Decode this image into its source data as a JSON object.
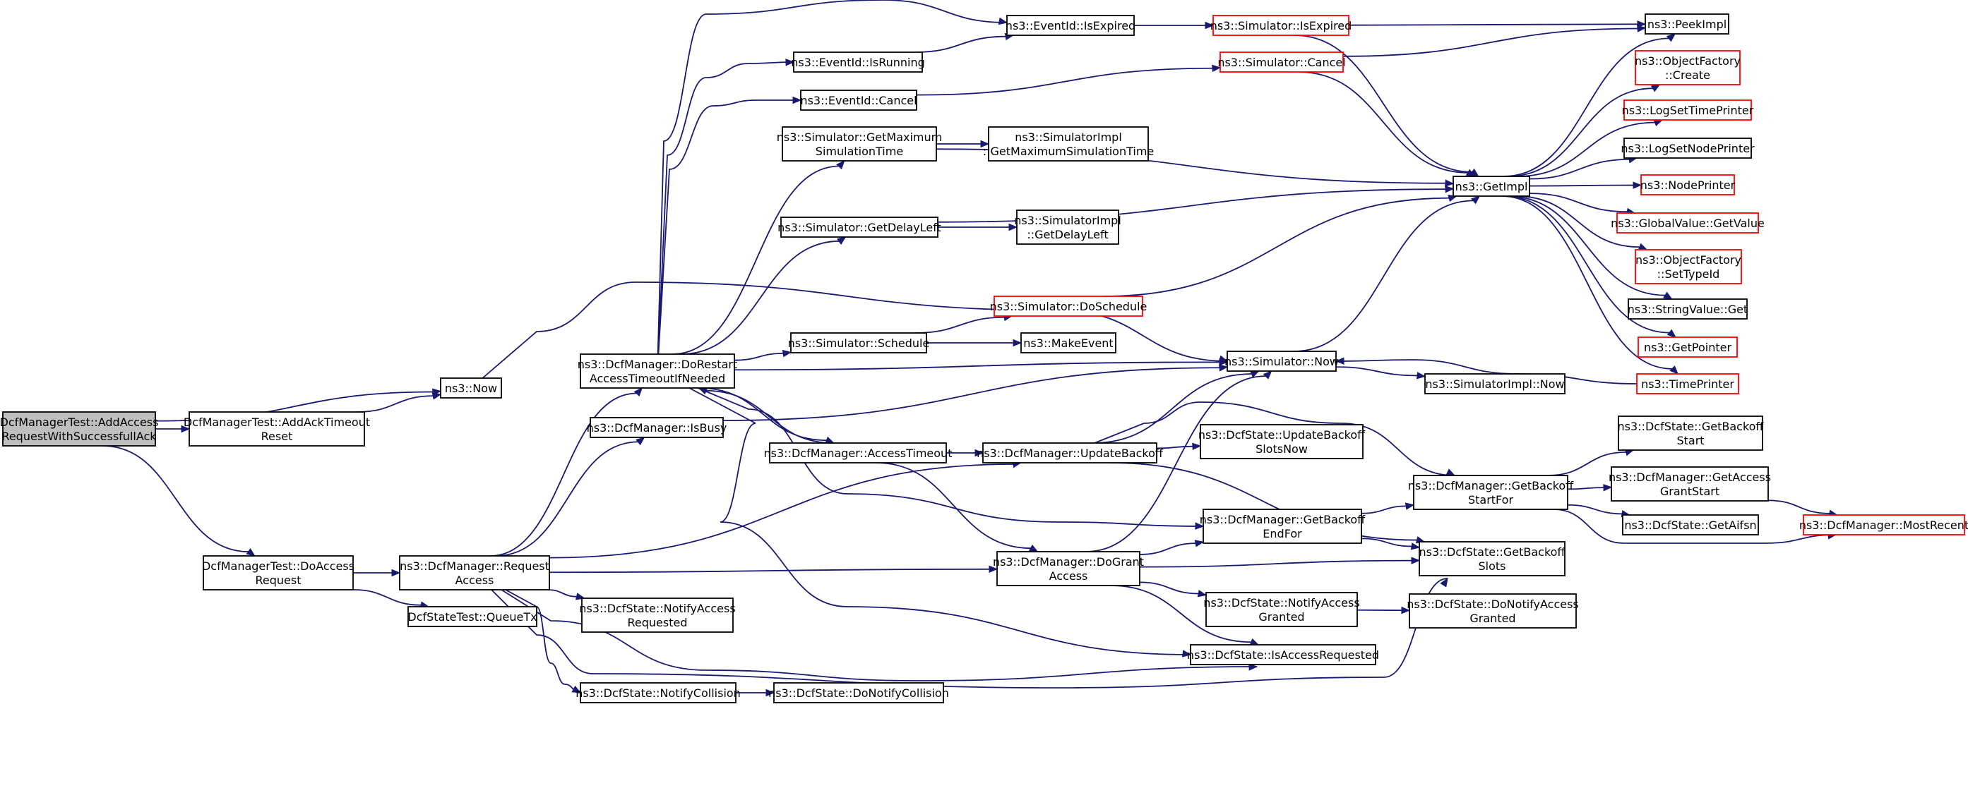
{
  "title": "",
  "colors": {
    "edge": "#191970",
    "node_border": "#000000",
    "truncated_border": "#ff0000",
    "root_fill": "#bfbfbf"
  },
  "nodes": [
    {
      "id": "root",
      "lines": [
        "DcfManagerTest::AddAccess",
        "RequestWithSuccessfullAck"
      ],
      "style": "root"
    },
    {
      "id": "addAckTimeoutReset",
      "lines": [
        "DcfManagerTest::AddAckTimeout",
        "Reset"
      ],
      "style": "normal"
    },
    {
      "id": "ns3Now",
      "lines": [
        "ns3::Now"
      ],
      "style": "normal"
    },
    {
      "id": "doAccessRequest",
      "lines": [
        "DcfManagerTest::DoAccess",
        "Request"
      ],
      "style": "normal"
    },
    {
      "id": "request",
      "lines": [
        "ns3::DcfManager::Request",
        "Access"
      ],
      "style": "normal"
    },
    {
      "id": "queueTx",
      "lines": [
        "DcfStateTest::QueueTx"
      ],
      "style": "normal"
    },
    {
      "id": "doRestart",
      "lines": [
        "ns3::DcfManager::DoRestart",
        "AccessTimeoutIfNeeded"
      ],
      "style": "normal"
    },
    {
      "id": "isBusy",
      "lines": [
        "ns3::DcfManager::IsBusy"
      ],
      "style": "normal"
    },
    {
      "id": "notifyAccessRequested",
      "lines": [
        "ns3::DcfState::NotifyAccess",
        "Requested"
      ],
      "style": "normal"
    },
    {
      "id": "notifyCollision",
      "lines": [
        "ns3::DcfState::NotifyCollision"
      ],
      "style": "normal"
    },
    {
      "id": "doNotifyCollision",
      "lines": [
        "ns3::DcfState::DoNotifyCollision"
      ],
      "style": "normal"
    },
    {
      "id": "eventIsRunning",
      "lines": [
        "ns3::EventId::IsRunning"
      ],
      "style": "normal"
    },
    {
      "id": "eventCancel",
      "lines": [
        "ns3::EventId::Cancel"
      ],
      "style": "normal"
    },
    {
      "id": "getMaxSimTime",
      "lines": [
        "ns3::Simulator::GetMaximum",
        "SimulationTime"
      ],
      "style": "normal"
    },
    {
      "id": "getDelayLeft",
      "lines": [
        "ns3::Simulator::GetDelayLeft"
      ],
      "style": "normal"
    },
    {
      "id": "schedule",
      "lines": [
        "ns3::Simulator::Schedule"
      ],
      "style": "normal"
    },
    {
      "id": "accessTimeout",
      "lines": [
        "ns3::DcfManager::AccessTimeout"
      ],
      "style": "normal"
    },
    {
      "id": "eventIsExpired",
      "lines": [
        "ns3::EventId::IsExpired"
      ],
      "style": "normal"
    },
    {
      "id": "implGetMaxSimTime",
      "lines": [
        "ns3::SimulatorImpl",
        "::GetMaximumSimulationTime"
      ],
      "style": "normal"
    },
    {
      "id": "implGetDelayLeft",
      "lines": [
        "ns3::SimulatorImpl",
        "::GetDelayLeft"
      ],
      "style": "normal"
    },
    {
      "id": "doSchedule",
      "lines": [
        "ns3::Simulator::DoSchedule"
      ],
      "style": "truncated"
    },
    {
      "id": "makeEvent",
      "lines": [
        "ns3::MakeEvent"
      ],
      "style": "normal"
    },
    {
      "id": "updateBackoff",
      "lines": [
        "ns3::DcfManager::UpdateBackoff"
      ],
      "style": "normal"
    },
    {
      "id": "doGrantAccess",
      "lines": [
        "ns3::DcfManager::DoGrant",
        "Access"
      ],
      "style": "normal"
    },
    {
      "id": "simIsExpired",
      "lines": [
        "ns3::Simulator::IsExpired"
      ],
      "style": "truncated"
    },
    {
      "id": "simCancel",
      "lines": [
        "ns3::Simulator::Cancel"
      ],
      "style": "truncated"
    },
    {
      "id": "simNow",
      "lines": [
        "ns3::Simulator::Now"
      ],
      "style": "normal"
    },
    {
      "id": "updateBackoffSlotsNow",
      "lines": [
        "ns3::DcfState::UpdateBackoff",
        "SlotsNow"
      ],
      "style": "normal"
    },
    {
      "id": "getBackoffEndFor",
      "lines": [
        "ns3::DcfManager::GetBackoff",
        "EndFor"
      ],
      "style": "normal"
    },
    {
      "id": "notifyAccessGranted",
      "lines": [
        "ns3::DcfState::NotifyAccess",
        "Granted"
      ],
      "style": "normal"
    },
    {
      "id": "isAccessRequested",
      "lines": [
        "ns3::DcfState::IsAccessRequested"
      ],
      "style": "normal"
    },
    {
      "id": "implNow",
      "lines": [
        "ns3::SimulatorImpl::Now"
      ],
      "style": "normal"
    },
    {
      "id": "getBackoffStartFor",
      "lines": [
        "ns3::DcfManager::GetBackoff",
        "StartFor"
      ],
      "style": "normal"
    },
    {
      "id": "getBackoffSlots",
      "lines": [
        "ns3::DcfState::GetBackoff",
        "Slots"
      ],
      "style": "normal"
    },
    {
      "id": "doNotifyAccessGranted",
      "lines": [
        "ns3::DcfState::DoNotifyAccess",
        "Granted"
      ],
      "style": "normal"
    },
    {
      "id": "getImpl",
      "lines": [
        "ns3::GetImpl"
      ],
      "style": "normal"
    },
    {
      "id": "peekImpl",
      "lines": [
        "ns3::PeekImpl"
      ],
      "style": "normal"
    },
    {
      "id": "objFactoryCreate",
      "lines": [
        "ns3::ObjectFactory",
        "::Create"
      ],
      "style": "truncated"
    },
    {
      "id": "logSetTimePrinter",
      "lines": [
        "ns3::LogSetTimePrinter"
      ],
      "style": "truncated"
    },
    {
      "id": "logSetNodePrinter",
      "lines": [
        "ns3::LogSetNodePrinter"
      ],
      "style": "normal"
    },
    {
      "id": "nodePrinter",
      "lines": [
        "ns3::NodePrinter"
      ],
      "style": "truncated"
    },
    {
      "id": "globalValueGetValue",
      "lines": [
        "ns3::GlobalValue::GetValue"
      ],
      "style": "truncated"
    },
    {
      "id": "objFactorySetTypeId",
      "lines": [
        "ns3::ObjectFactory",
        "::SetTypeId"
      ],
      "style": "truncated"
    },
    {
      "id": "stringValueGet",
      "lines": [
        "ns3::StringValue::Get"
      ],
      "style": "normal"
    },
    {
      "id": "getPointer",
      "lines": [
        "ns3::GetPointer"
      ],
      "style": "truncated"
    },
    {
      "id": "timePrinter",
      "lines": [
        "ns3::TimePrinter"
      ],
      "style": "truncated"
    },
    {
      "id": "getBackoffStart",
      "lines": [
        "ns3::DcfState::GetBackoff",
        "Start"
      ],
      "style": "normal"
    },
    {
      "id": "getAccessGrantStart",
      "lines": [
        "ns3::DcfManager::GetAccess",
        "GrantStart"
      ],
      "style": "normal"
    },
    {
      "id": "getAifsn",
      "lines": [
        "ns3::DcfState::GetAifsn"
      ],
      "style": "normal"
    },
    {
      "id": "mostRecent",
      "lines": [
        "ns3::DcfManager::MostRecent"
      ],
      "style": "truncated"
    }
  ],
  "edges": [
    [
      "root",
      "addAckTimeoutReset"
    ],
    [
      "root",
      "ns3Now"
    ],
    [
      "root",
      "doAccessRequest"
    ],
    [
      "addAckTimeoutReset",
      "ns3Now"
    ],
    [
      "ns3Now",
      "simNow"
    ],
    [
      "doAccessRequest",
      "request"
    ],
    [
      "doAccessRequest",
      "queueTx"
    ],
    [
      "request",
      "doRestart"
    ],
    [
      "request",
      "isBusy"
    ],
    [
      "request",
      "notifyAccessRequested"
    ],
    [
      "request",
      "notifyCollision"
    ],
    [
      "request",
      "updateBackoff"
    ],
    [
      "request",
      "doGrantAccess"
    ],
    [
      "request",
      "isAccessRequested"
    ],
    [
      "request",
      "getBackoffSlots"
    ],
    [
      "notifyCollision",
      "doNotifyCollision"
    ],
    [
      "doRestart",
      "eventIsExpired"
    ],
    [
      "doRestart",
      "eventIsRunning"
    ],
    [
      "doRestart",
      "eventCancel"
    ],
    [
      "doRestart",
      "getMaxSimTime"
    ],
    [
      "doRestart",
      "getDelayLeft"
    ],
    [
      "doRestart",
      "schedule"
    ],
    [
      "doRestart",
      "simNow"
    ],
    [
      "doRestart",
      "accessTimeout"
    ],
    [
      "doRestart",
      "getBackoffEndFor"
    ],
    [
      "doRestart",
      "isAccessRequested"
    ],
    [
      "isBusy",
      "simNow"
    ],
    [
      "eventIsRunning",
      "eventIsExpired"
    ],
    [
      "eventIsExpired",
      "simIsExpired"
    ],
    [
      "eventCancel",
      "simCancel"
    ],
    [
      "getMaxSimTime",
      "implGetMaxSimTime"
    ],
    [
      "getMaxSimTime",
      "getImpl"
    ],
    [
      "getDelayLeft",
      "implGetDelayLeft"
    ],
    [
      "getDelayLeft",
      "getImpl"
    ],
    [
      "schedule",
      "doSchedule"
    ],
    [
      "schedule",
      "makeEvent"
    ],
    [
      "doSchedule",
      "getImpl"
    ],
    [
      "accessTimeout",
      "doRestart"
    ],
    [
      "accessTimeout",
      "updateBackoff"
    ],
    [
      "accessTimeout",
      "doGrantAccess"
    ],
    [
      "updateBackoff",
      "simNow"
    ],
    [
      "updateBackoff",
      "updateBackoffSlotsNow"
    ],
    [
      "updateBackoff",
      "getBackoffStartFor"
    ],
    [
      "updateBackoff",
      "getBackoffSlots"
    ],
    [
      "doGrantAccess",
      "simNow"
    ],
    [
      "doGrantAccess",
      "getBackoffEndFor"
    ],
    [
      "doGrantAccess",
      "getBackoffSlots"
    ],
    [
      "doGrantAccess",
      "notifyAccessGranted"
    ],
    [
      "doGrantAccess",
      "isAccessRequested"
    ],
    [
      "getBackoffEndFor",
      "getBackoffStartFor"
    ],
    [
      "getBackoffEndFor",
      "getBackoffSlots"
    ],
    [
      "notifyAccessGranted",
      "doNotifyAccessGranted"
    ],
    [
      "simIsExpired",
      "peekImpl"
    ],
    [
      "simIsExpired",
      "getImpl"
    ],
    [
      "simCancel",
      "peekImpl"
    ],
    [
      "simCancel",
      "getImpl"
    ],
    [
      "simNow",
      "getImpl"
    ],
    [
      "simNow",
      "implNow"
    ],
    [
      "getBackoffStartFor",
      "getBackoffStart"
    ],
    [
      "getBackoffStartFor",
      "getAccessGrantStart"
    ],
    [
      "getBackoffStartFor",
      "getAifsn"
    ],
    [
      "getBackoffStartFor",
      "mostRecent"
    ],
    [
      "getAccessGrantStart",
      "mostRecent"
    ],
    [
      "getImpl",
      "peekImpl"
    ],
    [
      "getImpl",
      "objFactoryCreate"
    ],
    [
      "getImpl",
      "logSetTimePrinter"
    ],
    [
      "getImpl",
      "logSetNodePrinter"
    ],
    [
      "getImpl",
      "nodePrinter"
    ],
    [
      "getImpl",
      "globalValueGetValue"
    ],
    [
      "getImpl",
      "objFactorySetTypeId"
    ],
    [
      "getImpl",
      "stringValueGet"
    ],
    [
      "getImpl",
      "getPointer"
    ],
    [
      "getImpl",
      "timePrinter"
    ],
    [
      "timePrinter",
      "simNow"
    ]
  ]
}
